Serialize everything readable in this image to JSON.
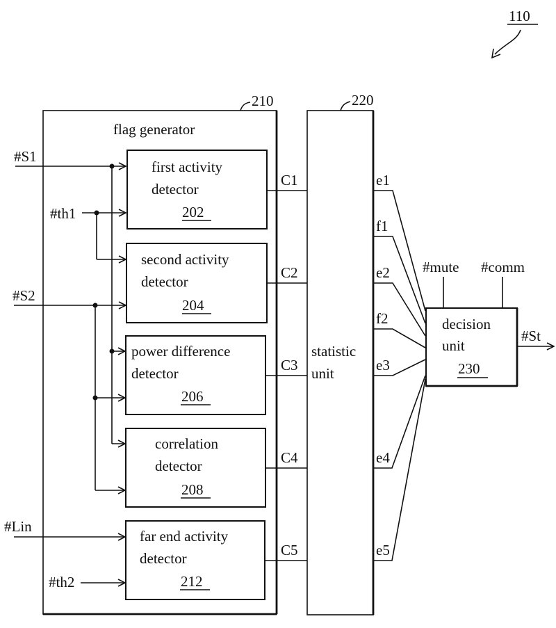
{
  "figure": {
    "ref": "110",
    "flag_generator": {
      "ref": "210",
      "title": "flag generator",
      "detectors": [
        {
          "line1": "first activity",
          "line2": "detector",
          "ref": "202",
          "output": "C1"
        },
        {
          "line1": "second activity",
          "line2": "detector",
          "ref": "204",
          "output": "C2"
        },
        {
          "line1": "power difference",
          "line2": "detector",
          "ref": "206",
          "output": "C3"
        },
        {
          "line1": "correlation",
          "line2": "detector",
          "ref": "208",
          "output": "C4"
        },
        {
          "line1": "far end activity",
          "line2": "detector",
          "ref": "212",
          "output": "C5"
        }
      ]
    },
    "inputs": {
      "s1": "#S1",
      "th1": "#th1",
      "s2": "#S2",
      "lin": "#Lin",
      "th2": "#th2"
    },
    "statistic_unit": {
      "ref": "220",
      "line1": "statistic",
      "line2": "unit",
      "outputs": [
        "e1",
        "f1",
        "e2",
        "f2",
        "e3",
        "e4",
        "e5"
      ]
    },
    "decision_unit": {
      "ref": "230",
      "line1": "decision",
      "line2": "unit",
      "inputs": [
        "#mute",
        "#comm"
      ],
      "output": "#St"
    }
  }
}
